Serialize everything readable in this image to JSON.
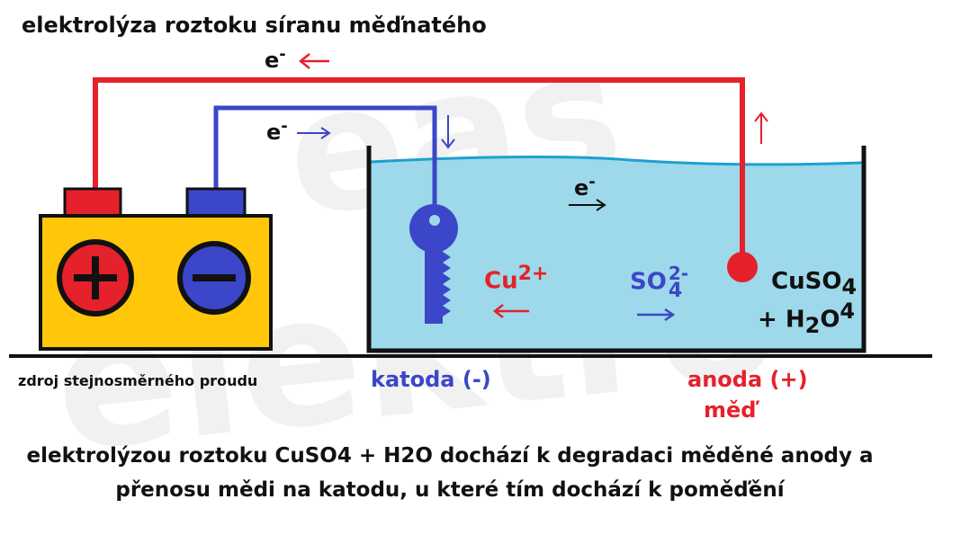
{
  "title": "elektrolýza roztoku síranu měďnatého",
  "power_source": {
    "label": "zdroj stejnosměrného proudu",
    "positive_symbol": "+",
    "negative_symbol": "−"
  },
  "electron_symbol": "e",
  "electron_charge": "-",
  "cathode": {
    "label": "katoda (-)"
  },
  "anode": {
    "label": "anoda (+)",
    "material": "měď"
  },
  "ions": {
    "copper": {
      "base": "Cu",
      "charge": "2+"
    },
    "sulfate": {
      "base": "SO",
      "sub": "4",
      "charge": "2-"
    }
  },
  "solution": {
    "compound_base": "CuSO",
    "compound_sub": "4",
    "water_prefix": "+ H",
    "water_sub": "2",
    "water_suffix": "O"
  },
  "caption": {
    "line1": "elektrolýzou roztoku CuSO4 + H2O dochází k degradaci měděné anody a",
    "line2": "přenosu mědi na katodu, u které tím dochází k poměďění"
  },
  "colors": {
    "red_wire": "#e5212b",
    "blue_wire": "#3b47c8",
    "battery_body": "#ffc60a",
    "electrolyte": "#9dd9ea",
    "water_line": "#1ea0d0"
  }
}
